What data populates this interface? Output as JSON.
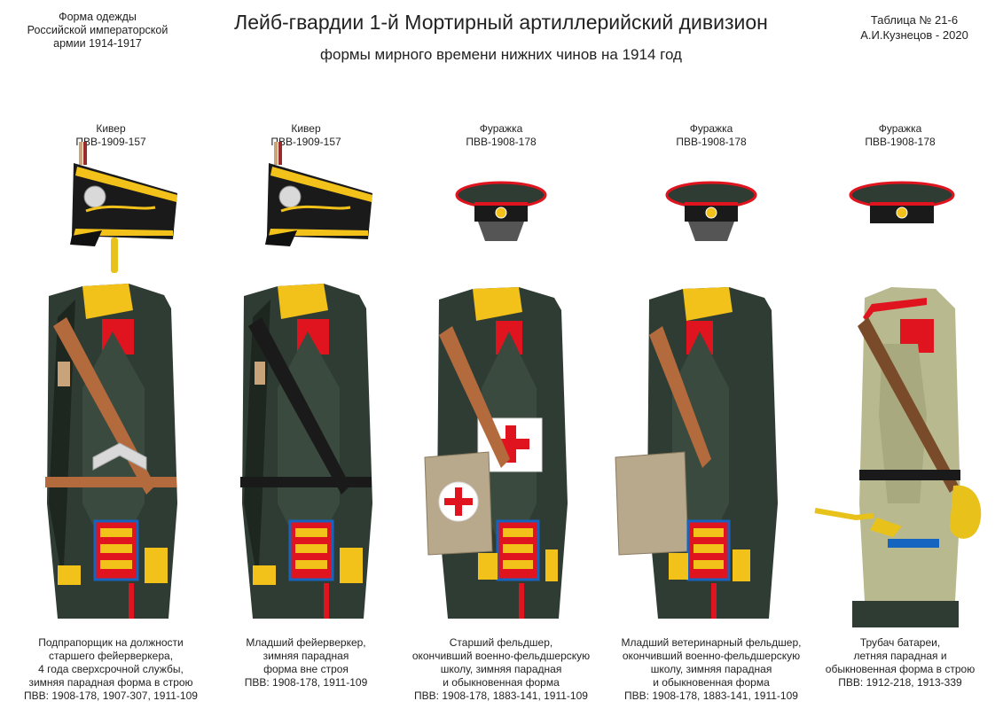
{
  "header": {
    "left_lines": [
      "Форма одежды",
      "Российской императорской",
      "армии  1914-1917"
    ],
    "title": "Лейб-гвардии 1-й Мортирный артиллерийский дивизион",
    "subtitle": "формы мирного времени нижних чинов  на 1914 год",
    "right_lines": [
      "Таблица № 21-6",
      "А.И.Кузнецов - 2020"
    ]
  },
  "colors": {
    "tunic_green": "#2f3c33",
    "khaki": "#b9b98f",
    "collar_yellow": "#f2c21a",
    "piping_red": "#e0141e",
    "belt_brown": "#b36a3c",
    "canvas_bag": "#b8a88c"
  },
  "figures": [
    {
      "headgear": "Кивер",
      "headgear_ref": "ПВВ-1909-157",
      "caption": [
        "Подпрапорщик на должности",
        "старшего фейерверкера,",
        "4 года сверхсрочной службы,",
        "зимняя парадная форма в строю",
        "ПВВ: 1908-178, 1907-307, 1911-109"
      ]
    },
    {
      "headgear": "Кивер",
      "headgear_ref": "ПВВ-1909-157",
      "caption": [
        "Младший фейерверкер,",
        "зимняя парадная",
        "форма вне строя",
        "ПВВ: 1908-178, 1911-109"
      ]
    },
    {
      "headgear": "Фуражка",
      "headgear_ref": "ПВВ-1908-178",
      "caption": [
        "Старший фельдшер,",
        "окончивший военно-фельдшерскую",
        "школу, зимняя парадная",
        "и обыкновенная форма",
        "ПВВ: 1908-178, 1883-141, 1911-109"
      ]
    },
    {
      "headgear": "Фуражка",
      "headgear_ref": "ПВВ-1908-178",
      "caption": [
        "Младший ветеринарный фельдшер,",
        "окончивший военно-фельдшерскую",
        "школу, зимняя парадная",
        "и обыкновенная форма",
        "ПВВ: 1908-178, 1883-141, 1911-109"
      ]
    },
    {
      "headgear": "Фуражка",
      "headgear_ref": "ПВВ-1908-178",
      "caption": [
        "Трубач  батареи,",
        "летняя парадная и",
        "обыкновенная форма в строю",
        "ПВВ: 1912-218, 1913-339"
      ]
    }
  ]
}
